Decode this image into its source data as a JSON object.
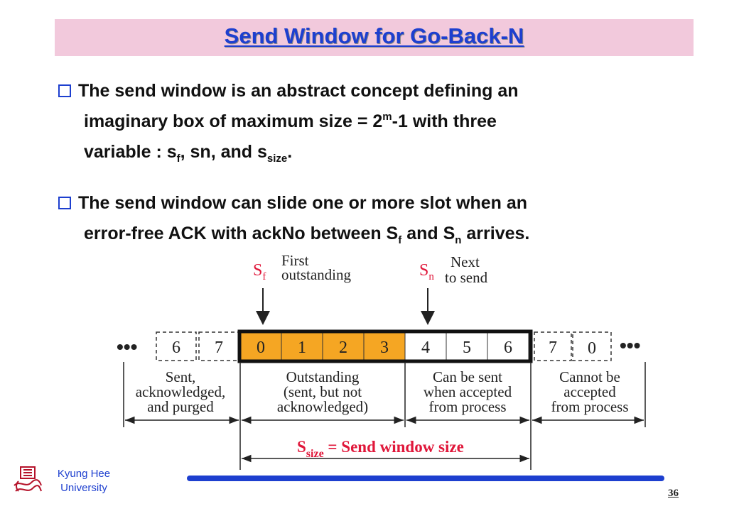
{
  "slide": {
    "title": "Send Window for Go-Back-N",
    "page_number": "36"
  },
  "bullets": [
    {
      "line1": "The send window is an abstract concept defining an",
      "line2_pre": "imaginary box of maximum size = 2",
      "line2_sup": "m",
      "line2_post": "-1 with three",
      "line3_pre": "variable : s",
      "line3_sub1": "f",
      "line3_mid": ", sn, and s",
      "line3_sub2": "size",
      "line3_post": "."
    },
    {
      "line1": "The send window can slide one or more slot when an",
      "line2_pre": "error-free ACK with ackNo between S",
      "line2_sub1": "f",
      "line2_mid": " and S",
      "line2_sub2": "n",
      "line2_post": " arrives."
    }
  ],
  "diagram": {
    "sf_label": "S",
    "sf_sub": "f",
    "sf_desc_1": "First",
    "sf_desc_2": "outstanding",
    "sn_label": "S",
    "sn_sub": "n",
    "sn_desc_1": "Next",
    "sn_desc_2": "to send",
    "ellipsis": "•••",
    "left_cells": [
      "6",
      "7"
    ],
    "outstanding_cells": [
      "0",
      "1",
      "2",
      "3"
    ],
    "sendable_cells": [
      "4",
      "5",
      "6"
    ],
    "right_cells": [
      "7",
      "0"
    ],
    "region_sent": [
      "Sent,",
      "acknowledged,",
      "and purged"
    ],
    "region_outstanding": [
      "Outstanding",
      "(sent, but not",
      "acknowledged)"
    ],
    "region_can_send": [
      "Can be sent",
      "when accepted",
      "from process"
    ],
    "region_cannot": [
      "Cannot be",
      "accepted",
      "from process"
    ],
    "size_label": "S",
    "size_sub": "size",
    "size_desc": " = Send window size",
    "colors": {
      "outstanding_fill": "#f5a623",
      "label_red": "#e0173a",
      "line": "#222222"
    }
  },
  "footer": {
    "university_line1": "Kyung Hee",
    "university_line2": "University",
    "logo_icon": "university-seal-icon"
  }
}
